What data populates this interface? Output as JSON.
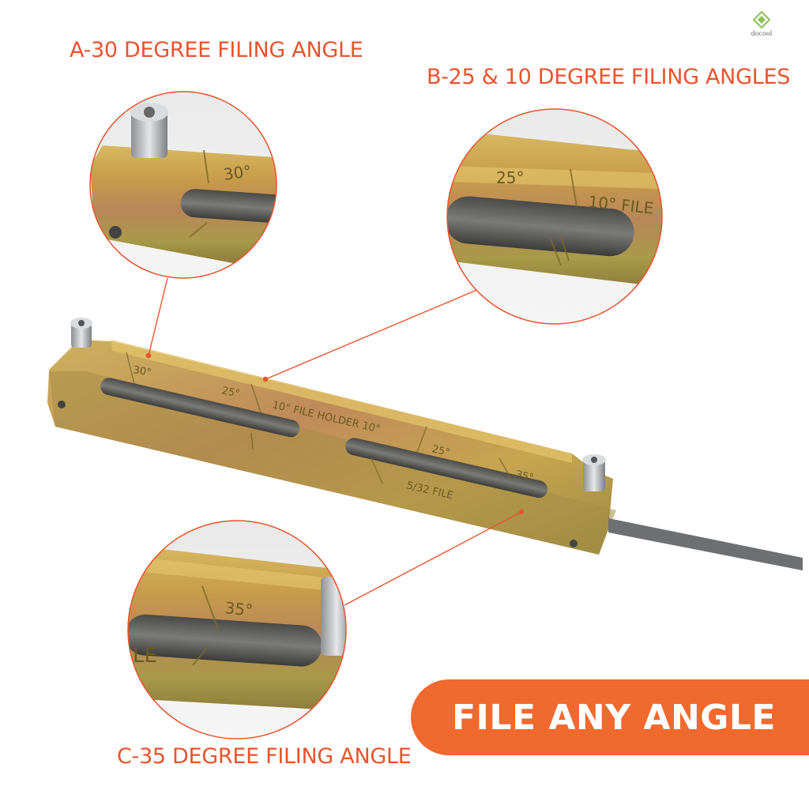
{
  "callouts": {
    "a": "A-30 DEGREE FILING ANGLE",
    "b": "B-25 & 10 DEGREE FILING ANGLES",
    "c": "C-35 DEGREE FILING ANGLE"
  },
  "banner_text": "FILE ANY ANGLE",
  "logo_text": "docool",
  "tool_markings": {
    "deg30": "30°",
    "deg25": "25°",
    "file_holder": "10° FILE HOLDER 10°",
    "deg25b": "25°",
    "deg35": "35°",
    "file_size": "5/32 FILE"
  },
  "zoom_markings": {
    "a": "30°",
    "b1": "25°",
    "b2": "10° FILE",
    "c": "35°",
    "c2": "LE"
  },
  "colors": {
    "accent": "#f0692e",
    "label": "#e8542e",
    "pointer": "#e8542e",
    "metal": "#b89a3c"
  }
}
